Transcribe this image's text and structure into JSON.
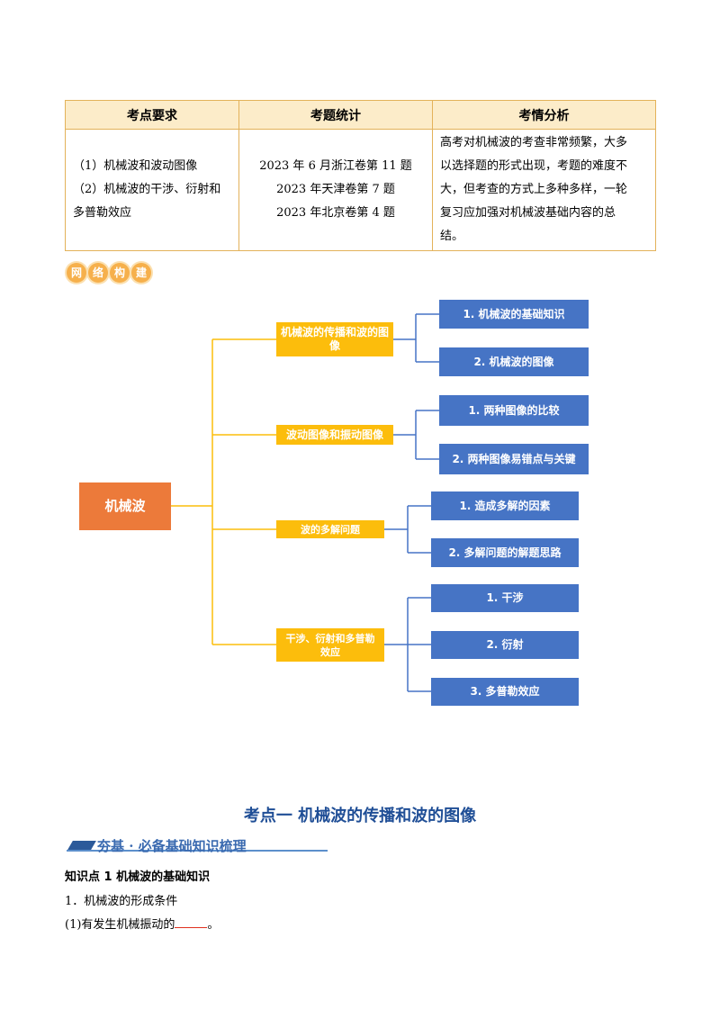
{
  "table": {
    "headers": [
      "考点要求",
      "考题统计",
      "考情分析"
    ],
    "requirements": [
      "（1）机械波和波动图像",
      "（2）机械波的干涉、衍射和",
      "多普勒效应"
    ],
    "statistics": [
      "2023 年 6 月浙江卷第 11 题",
      "2023 年天津卷第 7 题",
      "2023 年北京卷第 4 题"
    ],
    "analysis": [
      "高考对机械波的考查非常频繁，大多",
      "以选择题的形式出现，考题的难度不",
      "大，但考查的方式上多种多样，一轮",
      "复习应加强对机械波基础内容的总",
      "结。"
    ]
  },
  "section_badge": [
    "网",
    "络",
    "构",
    "建"
  ],
  "mindmap": {
    "root": "机械波",
    "branches": [
      {
        "label": "机械波的传播和波的图像",
        "children": [
          "1. 机械波的基础知识",
          "2. 机械波的图像"
        ]
      },
      {
        "label": "波动图像和振动图像",
        "children": [
          "1. 两种图像的比较",
          "2. 两种图像易错点与关键"
        ]
      },
      {
        "label": "波的多解问题",
        "children": [
          "1. 造成多解的因素",
          "2. 多解问题的解题思路"
        ]
      },
      {
        "label": "干涉、衍射和多普勒效应",
        "children": [
          "1. 干涉",
          "2. 衍射",
          "3. 多普勒效应"
        ]
      }
    ]
  },
  "section_title": "考点一  机械波的传播和波的图像",
  "banner": "夯基 · 必备基础知识梳理",
  "knowledge_point": "知识点 1  机械波的基础知识",
  "paragraphs": {
    "p1": "1．机械波的形成条件",
    "p2_prefix": "(1)有发生机械振动的",
    "p2_suffix": "。"
  },
  "colors": {
    "root": "#ec7a3a",
    "mid": "#fcbd0c",
    "leaf": "#4674c5",
    "border": "#e3b25a",
    "title": "#1f4e96"
  }
}
